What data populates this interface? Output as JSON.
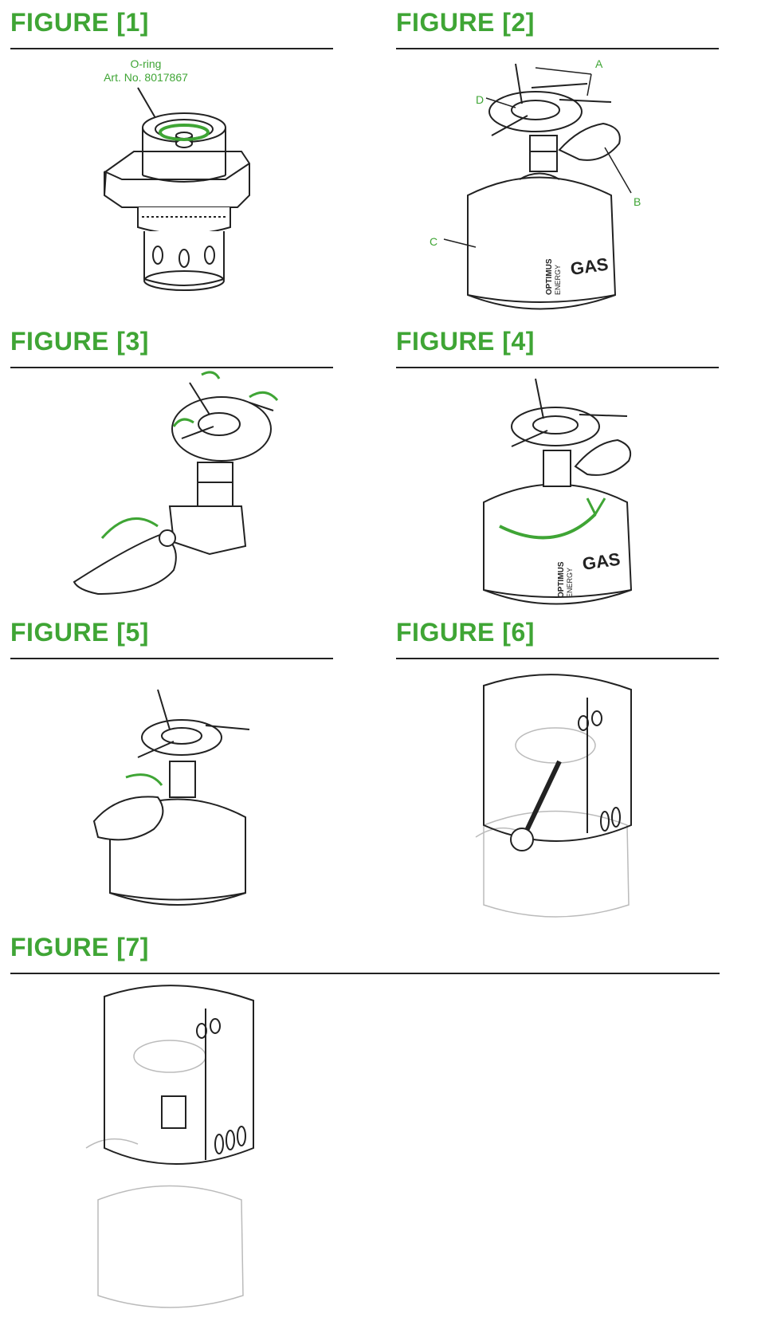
{
  "figures": [
    {
      "title": "FIGURE [1]",
      "callout": {
        "line1": "O-ring",
        "line2": "Art. No. 8017867"
      }
    },
    {
      "title": "FIGURE [2]",
      "labels": {
        "a": "A",
        "b": "B",
        "c": "C",
        "d": "D"
      },
      "canister_brand": "OPTIMUS",
      "canister_sub": "ENERGY",
      "canister_text": "GAS"
    },
    {
      "title": "FIGURE [3]"
    },
    {
      "title": "FIGURE [4]",
      "canister_brand": "OPTIMUS",
      "canister_sub": "ENERGY",
      "canister_text": "GAS"
    },
    {
      "title": "FIGURE [5]"
    },
    {
      "title": "FIGURE [6]"
    },
    {
      "title": "FIGURE [7]"
    }
  ],
  "colors": {
    "accent": "#3fa535",
    "line": "#222222",
    "faint": "#bbbbbb"
  }
}
